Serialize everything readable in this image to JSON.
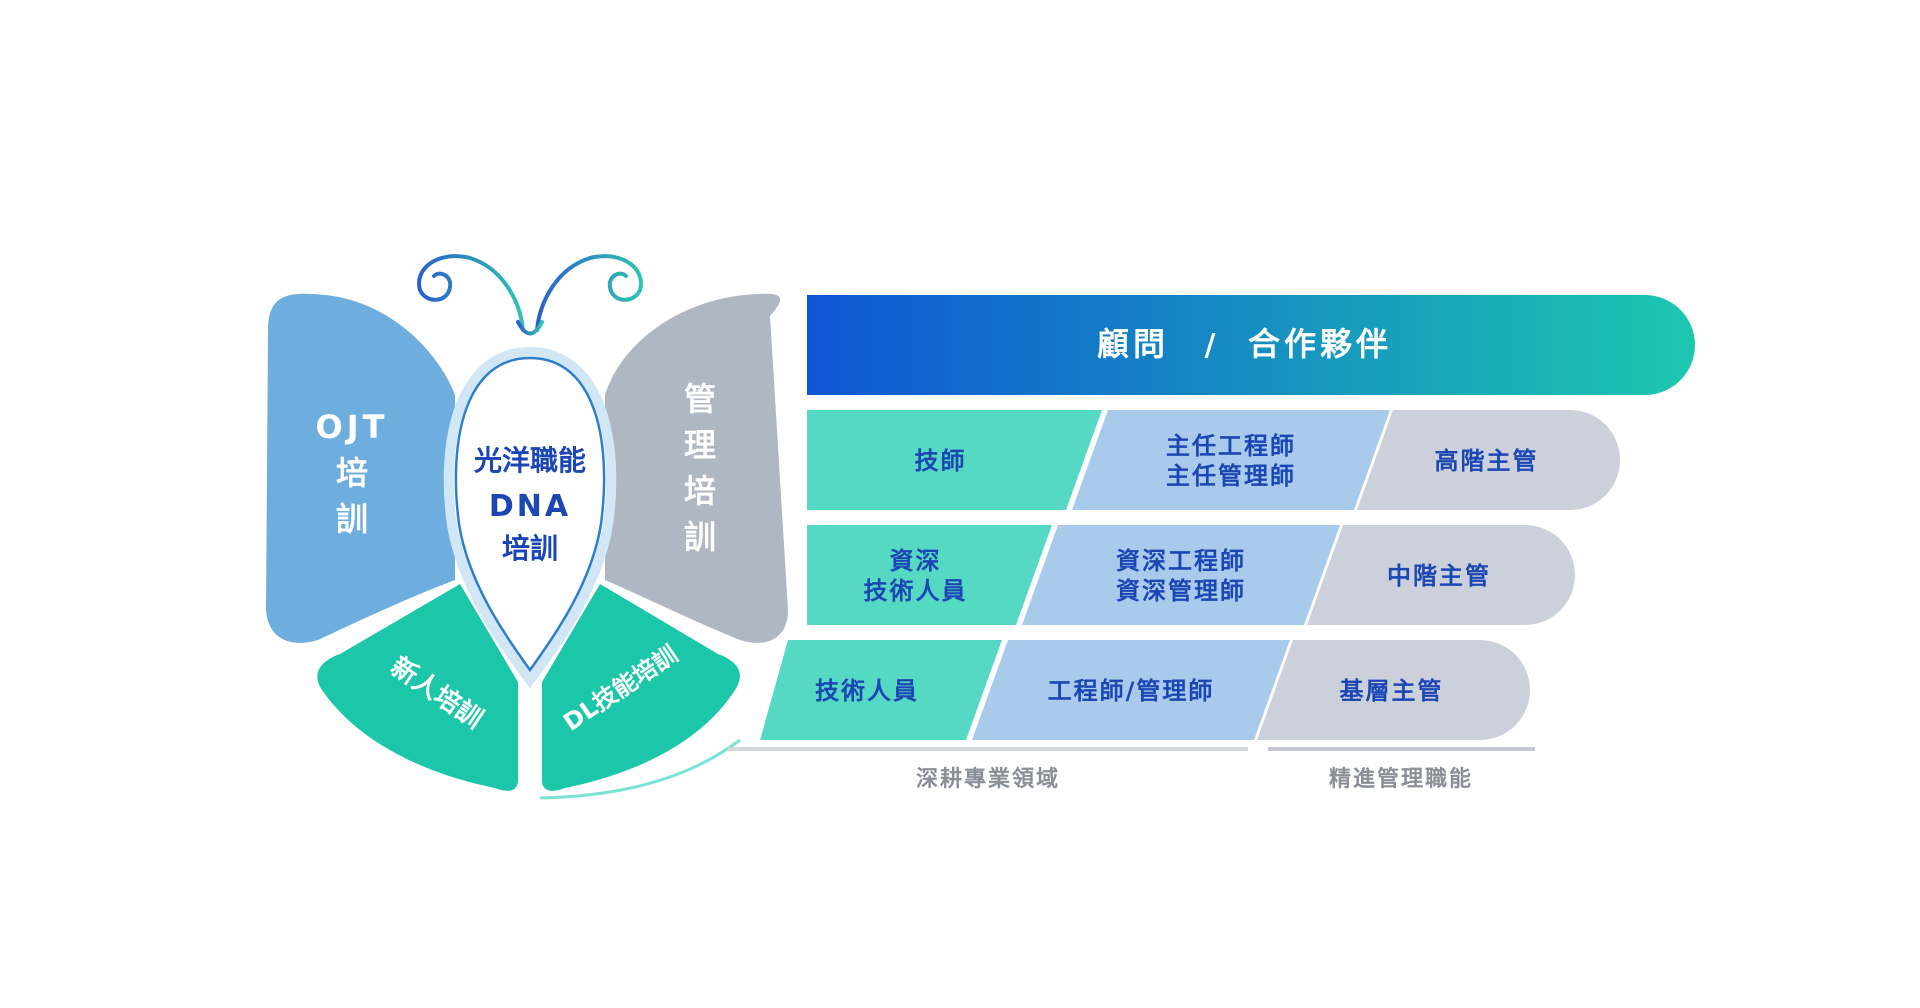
{
  "colors": {
    "wing_blue": "#6EAEDF",
    "wing_gray": "#AFB7C2",
    "wing_teal": "#1CC6A8",
    "body_outline": "#2D7FC9",
    "banner_start": "#0F55D4",
    "banner_end": "#1DC7AE",
    "cell_teal": "#56D9C2",
    "cell_blue": "#A8CBEB",
    "cell_gray": "#CBD0DA",
    "cell_text": "#1B46B4",
    "caption_gray": "#8A8F97"
  },
  "butterfly": {
    "left_wing": [
      "OJT",
      "培",
      "訓"
    ],
    "right_wing": [
      "管",
      "理",
      "培",
      "訓"
    ],
    "center": [
      "光洋職能",
      "DNA",
      "培訓"
    ],
    "bottom_left": "新人培訓",
    "bottom_right": "DL技能培訓"
  },
  "banner": {
    "left": "顧問",
    "sep": "/",
    "right": "合作夥伴"
  },
  "rows": [
    {
      "c1": [
        "技師"
      ],
      "c2": [
        "主任工程師",
        "主任管理師"
      ],
      "c3": "高階主管"
    },
    {
      "c1": [
        "資深",
        "技術人員"
      ],
      "c2": [
        "資深工程師",
        "資深管理師"
      ],
      "c3": "中階主管"
    },
    {
      "c1": [
        "技術人員"
      ],
      "c2": [
        "工程師/管理師"
      ],
      "c3": "基層主管"
    }
  ],
  "captions": {
    "left": "深耕專業領域",
    "right": "精進管理職能"
  }
}
